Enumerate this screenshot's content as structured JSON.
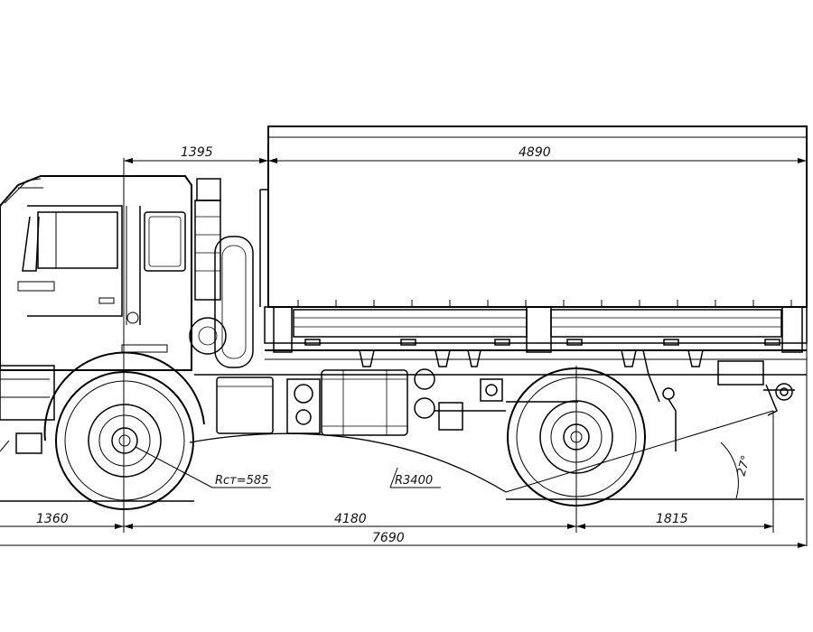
{
  "dimensions": {
    "cab_to_body": "1395",
    "body_length": "4890",
    "front_overhang": "1360",
    "wheelbase": "4180",
    "rear_overhang": "1815",
    "overall_length": "7690"
  },
  "annotations": {
    "wheel_radius": "Rст=585",
    "ground_radius": "R3400",
    "departure_angle": "27°"
  },
  "colors": {
    "line": "#000000",
    "background": "#ffffff"
  }
}
